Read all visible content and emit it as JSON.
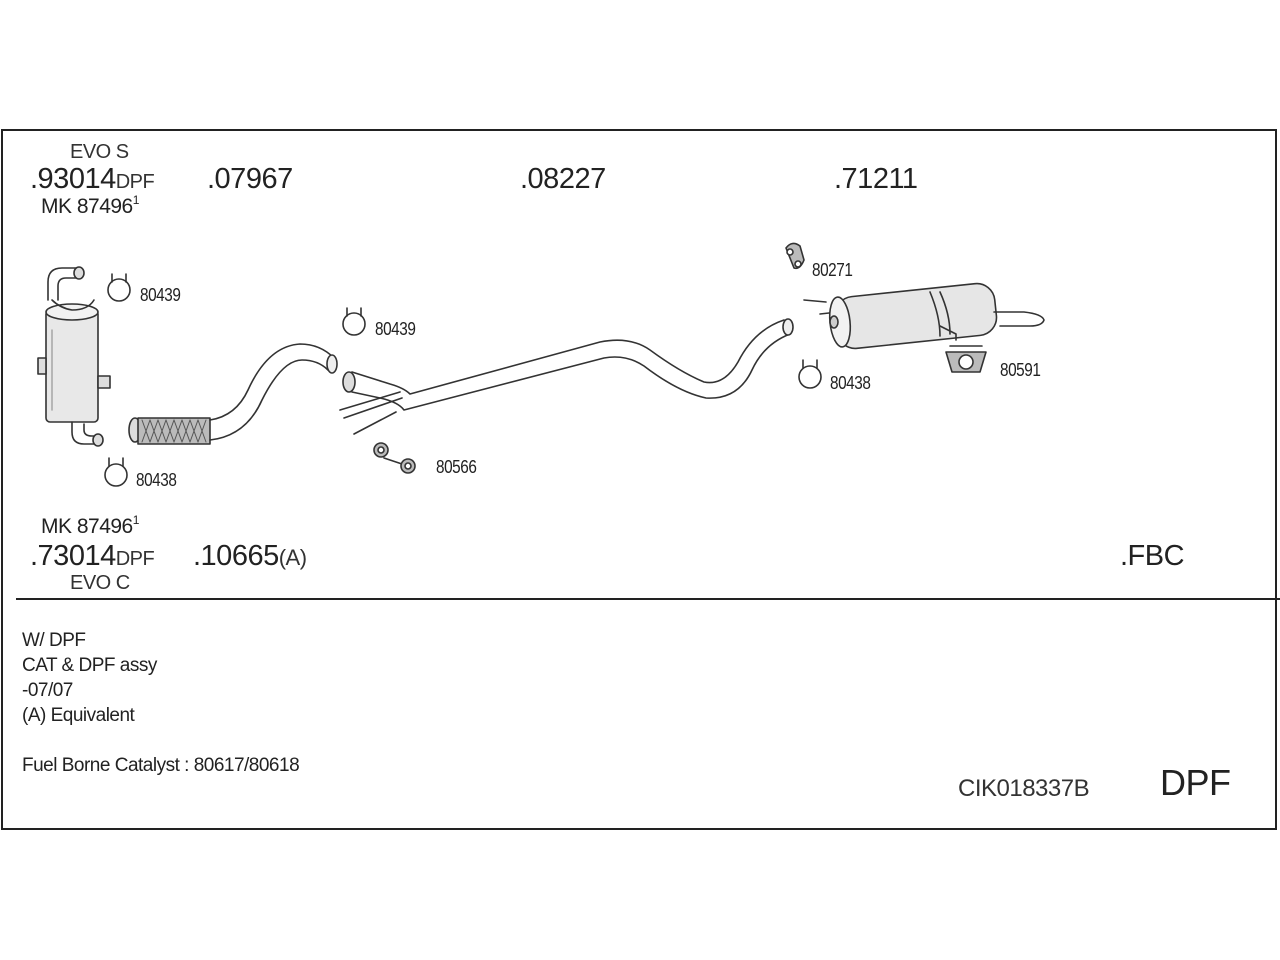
{
  "header": {
    "evo_s": "EVO S",
    "part_93014": ".93014",
    "dpf_suffix_top": "DPF",
    "mk_top": "MK 87496",
    "mk_top_sup": "1",
    "part_07967": ".07967",
    "part_08227": ".08227",
    "part_71211": ".71211"
  },
  "footer_parts": {
    "mk_bottom": "MK 87496",
    "mk_bottom_sup": "1",
    "part_73014": ".73014",
    "dpf_suffix_bottom": "DPF",
    "evo_c": "EVO C",
    "part_10665": ".10665",
    "equiv_suffix": "(A)",
    "part_fbc": ".FBC"
  },
  "refs": {
    "clamp_80439_a": "80439",
    "clamp_80439_b": "80439",
    "clamp_80438_a": "80438",
    "clamp_80438_b": "80438",
    "hanger_80271": "80271",
    "hanger_80591": "80591",
    "hanger_80566": "80566"
  },
  "notes": {
    "line1": "W/ DPF",
    "line2": "CAT & DPF assy",
    "line3": "-07/07",
    "line4": "(A) Equivalent",
    "line5": "Fuel Borne Catalyst : 80617/80618"
  },
  "code": "CIK018337B",
  "tag": "DPF"
}
